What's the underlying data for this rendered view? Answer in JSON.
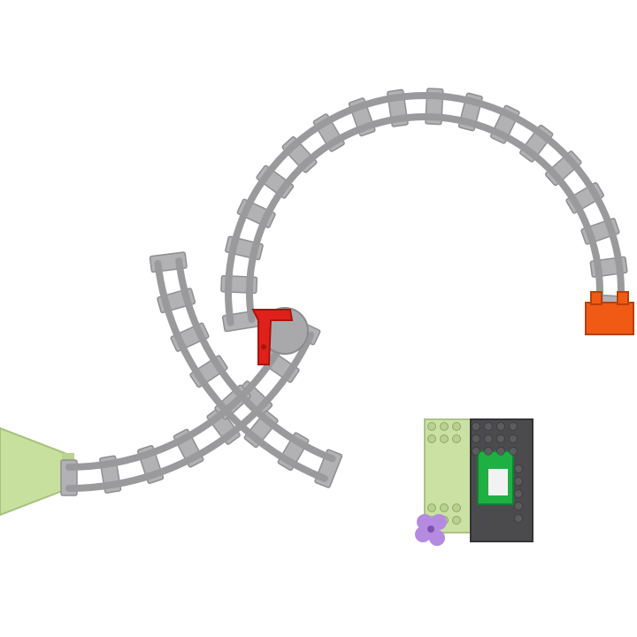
{
  "scene": {
    "subject": "toy-train-track-layout",
    "colors": {
      "background": "#ffffff",
      "rail": "#9a9a9c",
      "rail_edge": "#7e7e80",
      "sleeper": "#b2b2b4",
      "sleeper_edge": "#8f8f91",
      "switch_lever": "#e0201a",
      "switch_base": "#a8a8aa",
      "buffer_stop": "#f05a14",
      "ramp": "#c5df9c",
      "base_plate_light": "#c9e0a2",
      "base_plate_dark": "#4a4a4c",
      "brick_green": "#1fb043",
      "brick_white": "#f2f2f2",
      "flower": "#b48be0"
    },
    "parts": [
      {
        "id": "loop-track",
        "kind": "curved-track"
      },
      {
        "id": "switch",
        "kind": "track-switch"
      },
      {
        "id": "lower-left-track",
        "kind": "curved-track"
      },
      {
        "id": "lower-right-track",
        "kind": "curved-track"
      },
      {
        "id": "buffer-stop",
        "kind": "buffer"
      },
      {
        "id": "ramp",
        "kind": "track-ramp"
      },
      {
        "id": "tunnel-base",
        "kind": "brick-build"
      },
      {
        "id": "flower",
        "kind": "decoration"
      }
    ]
  }
}
